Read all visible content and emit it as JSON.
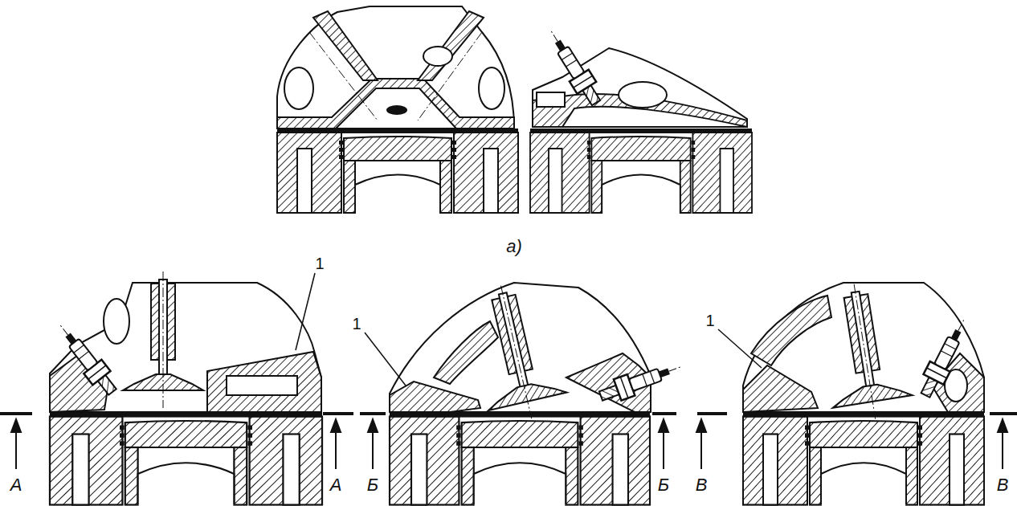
{
  "diagram": {
    "labels": [
      "а)",
      "1",
      "1",
      "1",
      "А",
      "А",
      "Б",
      "Б",
      "В",
      "В"
    ]
  }
}
